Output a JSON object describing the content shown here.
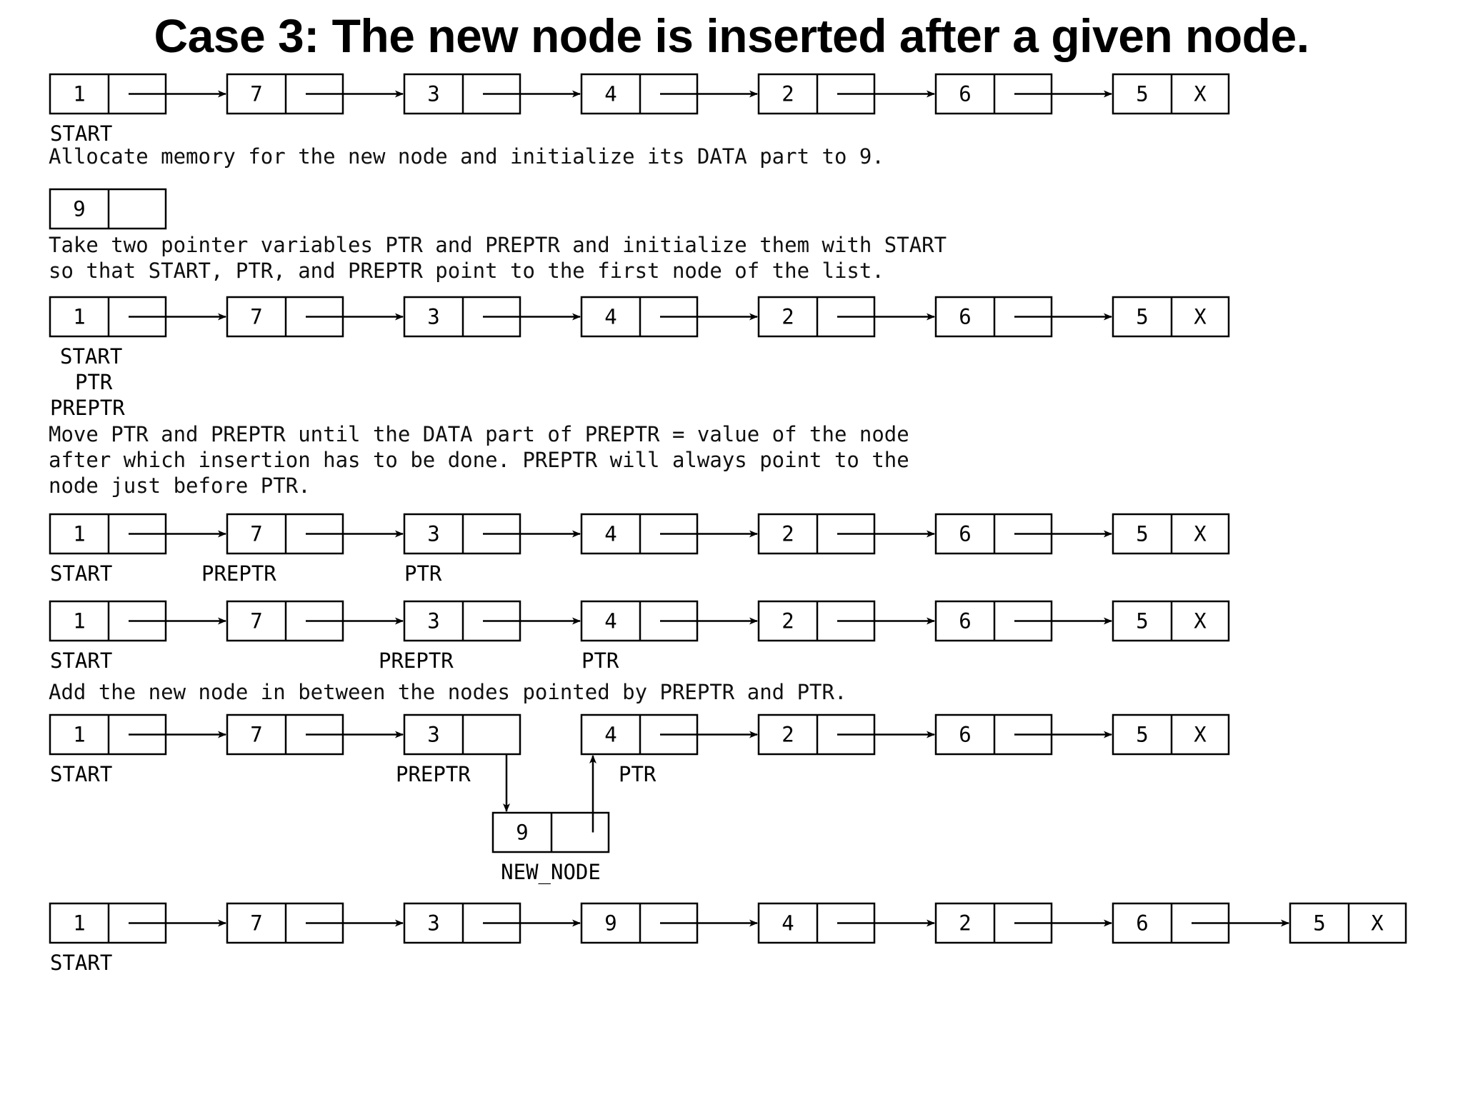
{
  "title": "Case 3: The new node is inserted after a given node.",
  "steps": [
    "Allocate memory for the new node and initialize its DATA part to 9.",
    "Take two pointer variables PTR and PREPTR and initialize them with START\nso that START, PTR, and PREPTR point to the first node of the list.",
    "Move PTR and PREPTR until the DATA part of PREPTR = value of the node\nafter which insertion has to be done. PREPTR will always point to the\nnode just before PTR.",
    "Add the new node in between the nodes pointed by PREPTR and PTR."
  ],
  "null_marker": "X",
  "new_node": {
    "value": "9",
    "label": "NEW_NODE"
  },
  "rows": [
    {
      "values": [
        "1",
        "7",
        "3",
        "4",
        "2",
        "6",
        "5"
      ],
      "labels": [
        [
          "START"
        ]
      ]
    },
    {
      "values": [
        "1",
        "7",
        "3",
        "4",
        "2",
        "6",
        "5"
      ],
      "labels": [
        [
          "START",
          "PTR",
          "PREPTR"
        ]
      ]
    },
    {
      "values": [
        "1",
        "7",
        "3",
        "4",
        "2",
        "6",
        "5"
      ],
      "labels": [
        [
          "START"
        ],
        [
          "PREPTR"
        ],
        [
          "PTR"
        ]
      ]
    },
    {
      "values": [
        "1",
        "7",
        "3",
        "4",
        "2",
        "6",
        "5"
      ],
      "labels": [
        [
          "START"
        ],
        [
          "PREPTR"
        ],
        [
          "PTR"
        ]
      ]
    },
    {
      "values": [
        "1",
        "7",
        "3",
        "4",
        "2",
        "6",
        "5"
      ],
      "labels": [
        [
          "START"
        ],
        [
          "PREPTR"
        ],
        [
          "PTR"
        ]
      ]
    },
    {
      "values": [
        "1",
        "7",
        "3",
        "9",
        "4",
        "2",
        "6",
        "5"
      ],
      "labels": [
        [
          "START"
        ]
      ]
    }
  ]
}
